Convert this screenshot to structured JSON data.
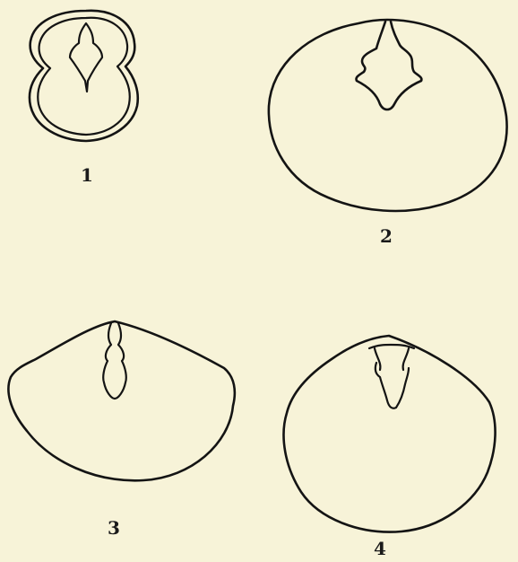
{
  "figures": [
    {
      "number": "1"
    },
    {
      "number": "2"
    },
    {
      "number": "3"
    },
    {
      "number": "4"
    }
  ],
  "colors": {
    "paper": "#f7f3d8",
    "ink": "#141414"
  }
}
